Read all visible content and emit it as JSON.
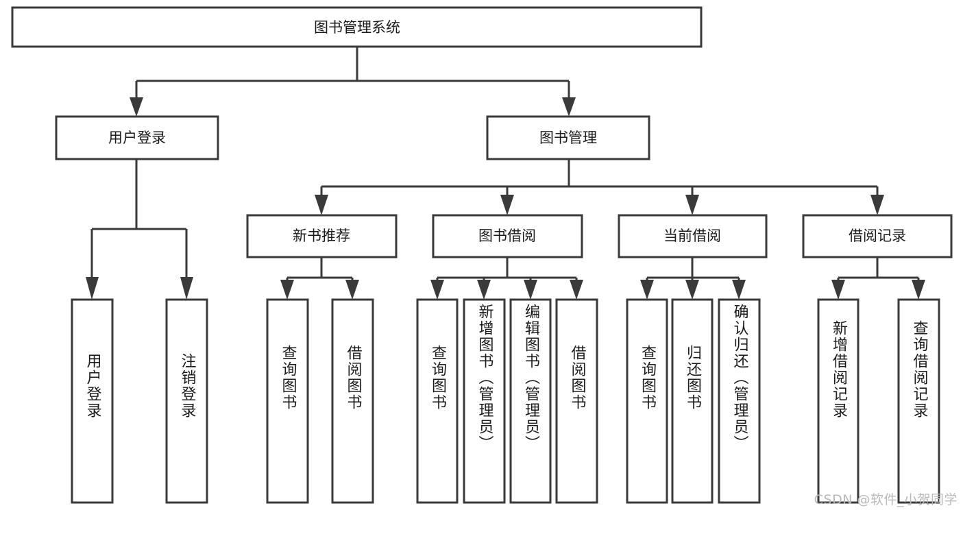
{
  "diagram": {
    "type": "tree-hierarchy-chart",
    "title": "图书管理系统",
    "watermark": "CSDN @软件_小贺同学",
    "colors": {
      "box_stroke": "#3a3a3a",
      "box_fill": "#ffffff",
      "text": "#1b1b1b",
      "background": "#ffffff",
      "watermark": "#b9b9b9"
    },
    "root": {
      "label": "图书管理系统",
      "orientation": "horizontal"
    },
    "level2": [
      {
        "label": "用户登录",
        "orientation": "horizontal"
      },
      {
        "label": "图书管理",
        "orientation": "horizontal"
      }
    ],
    "level3": [
      {
        "label": "新书推荐",
        "orientation": "horizontal"
      },
      {
        "label": "图书借阅",
        "orientation": "horizontal"
      },
      {
        "label": "当前借阅",
        "orientation": "horizontal"
      },
      {
        "label": "借阅记录",
        "orientation": "horizontal"
      }
    ],
    "leaves": {
      "user_login": [
        {
          "label": "用户登录",
          "orientation": "vertical"
        },
        {
          "label": "注销登录",
          "orientation": "vertical"
        }
      ],
      "new_book_recommend": [
        {
          "label": "查询图书",
          "orientation": "vertical"
        },
        {
          "label": "借阅图书",
          "orientation": "vertical"
        }
      ],
      "book_borrow": [
        {
          "label": "查询图书",
          "orientation": "vertical"
        },
        {
          "label": "新增图书（管理员）",
          "orientation": "vertical"
        },
        {
          "label": "编辑图书（管理员）",
          "orientation": "vertical"
        },
        {
          "label": "借阅图书",
          "orientation": "vertical"
        }
      ],
      "current_borrow": [
        {
          "label": "查询图书",
          "orientation": "vertical"
        },
        {
          "label": "归还图书",
          "orientation": "vertical"
        },
        {
          "label": "确认归还（管理员）",
          "orientation": "vertical"
        }
      ],
      "borrow_record": [
        {
          "label": "新增借阅记录",
          "orientation": "vertical"
        },
        {
          "label": "查询借阅记录",
          "orientation": "vertical"
        }
      ]
    }
  }
}
